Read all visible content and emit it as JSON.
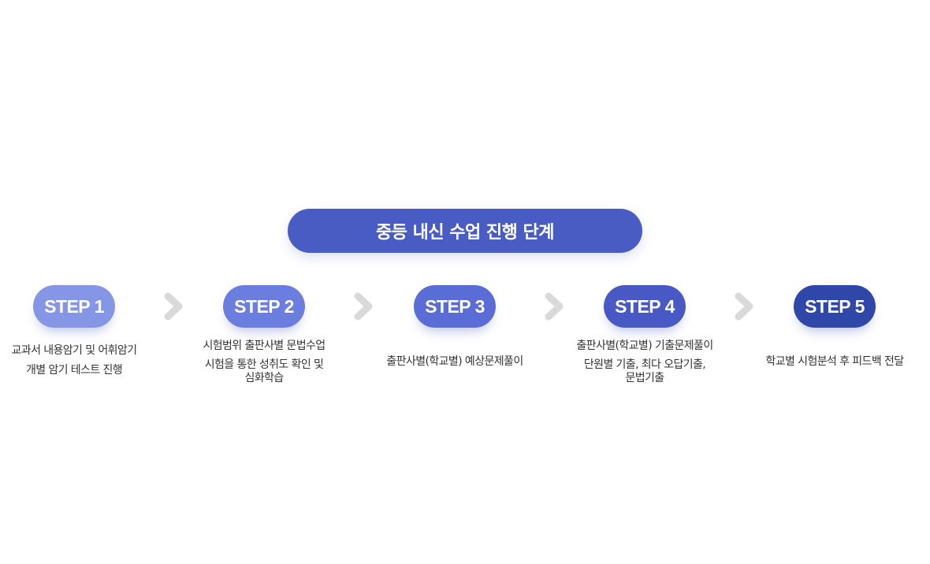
{
  "title": "중등 내신 수업 진행 단계",
  "colors": {
    "title_bg": "#495cc3",
    "arrow": "#d9d9d9",
    "step_bgs": [
      "#8596e6",
      "#6b7ee0",
      "#5a6dd6",
      "#4859c6",
      "#2f47a8"
    ]
  },
  "steps": [
    {
      "label": "STEP 1",
      "lines": [
        "교과서 내용암기 및 어휘암기",
        "개별 암기 테스트 진행"
      ]
    },
    {
      "label": "STEP 2",
      "lines": [
        "시험범위 출판사별 문법수업",
        "시험을 통한 성취도 확인 및\n심화학습"
      ]
    },
    {
      "label": "STEP 3",
      "lines": [
        "출판사별(학교별) 예상문제풀이"
      ]
    },
    {
      "label": "STEP 4",
      "lines": [
        "출판사별(학교별) 기출문제풀이",
        "단원별 기출, 최다 오답기출,\n문법기출"
      ]
    },
    {
      "label": "STEP 5",
      "lines": [
        "학교별 시험분석 후 피드백 전달"
      ]
    }
  ],
  "arrow_icon": "chevron-right-icon"
}
